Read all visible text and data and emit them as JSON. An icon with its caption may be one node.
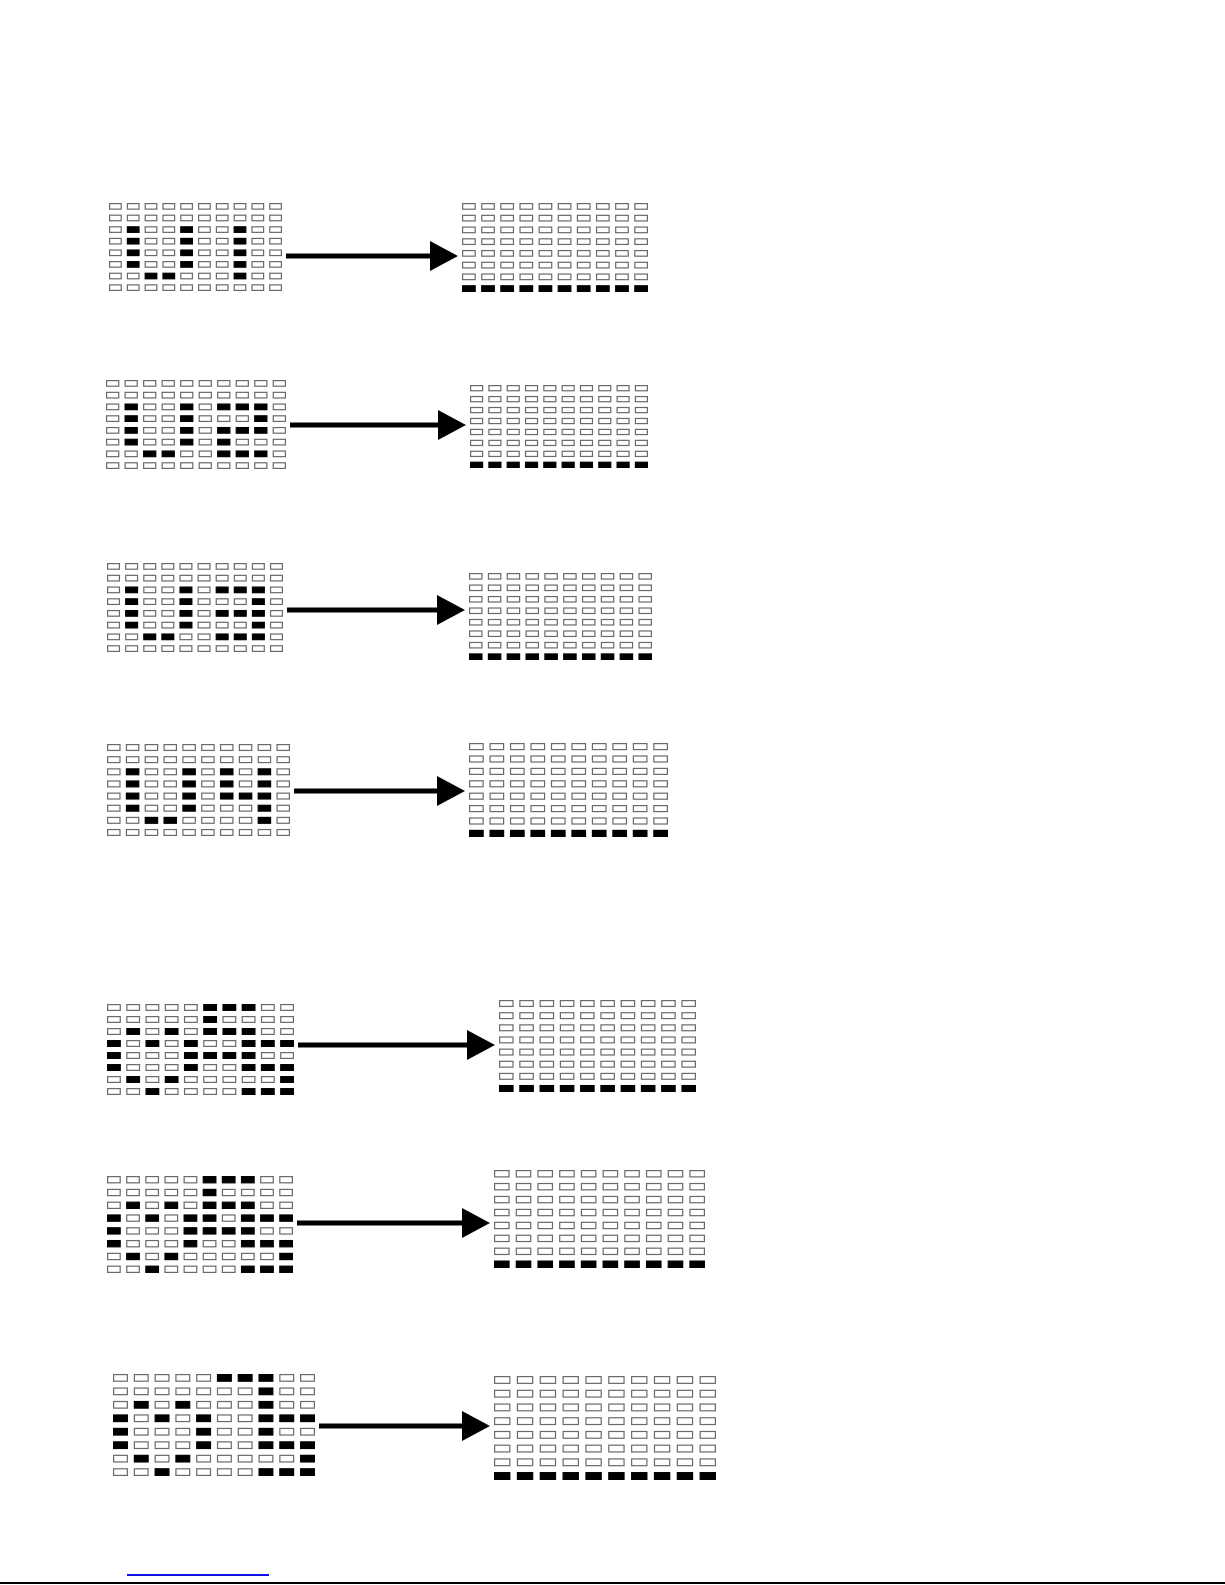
{
  "diagram": {
    "nodes": [
      {
        "text": [],
        "shape": "grid"
      },
      {
        "text": [],
        "shape": "grid"
      },
      {
        "text": [],
        "shape": "grid"
      },
      {
        "text": [],
        "shape": "grid"
      },
      {
        "text": [],
        "shape": "grid"
      },
      {
        "text": [],
        "shape": "grid"
      },
      {
        "text": [],
        "shape": "grid"
      },
      {
        "text": [],
        "shape": "grid"
      },
      {
        "text": [],
        "shape": "grid"
      },
      {
        "text": [],
        "shape": "grid"
      },
      {
        "text": [],
        "shape": "grid"
      },
      {
        "text": [],
        "shape": "grid"
      },
      {
        "text": [],
        "shape": "grid"
      },
      {
        "text": [],
        "shape": "grid"
      }
    ],
    "edges": [
      {
        "from": 0,
        "to": 1,
        "arrow": "to"
      },
      {
        "from": 2,
        "to": 3,
        "arrow": "to"
      },
      {
        "from": 4,
        "to": 5,
        "arrow": "to"
      },
      {
        "from": 6,
        "to": 7,
        "arrow": "to"
      },
      {
        "from": 8,
        "to": 9,
        "arrow": "to"
      },
      {
        "from": 10,
        "to": 11,
        "arrow": "to"
      },
      {
        "from": 12,
        "to": 13,
        "arrow": "to"
      }
    ]
  }
}
